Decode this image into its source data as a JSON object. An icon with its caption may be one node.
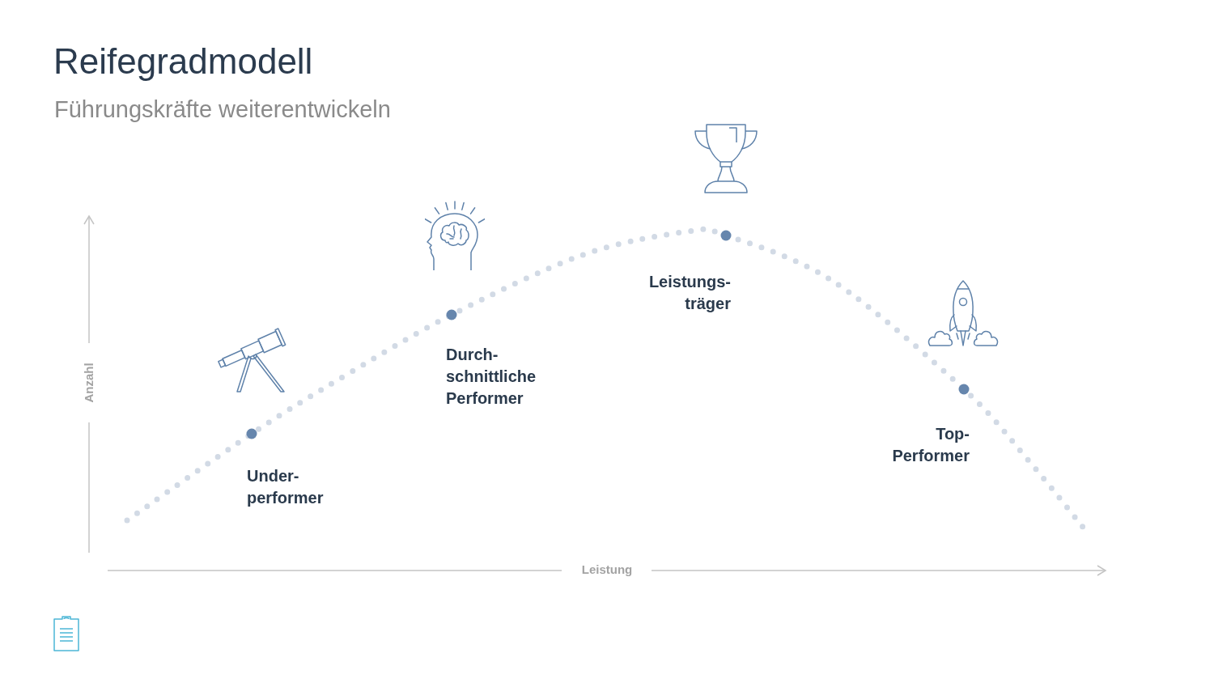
{
  "diagram": {
    "title": "Reifegradmodell",
    "labels": [
      "Führungskräfte weiterentwickeln",
      "Under- performer",
      "Durch- schnittliche Performer",
      "Leistungs- träger",
      "Top- Performer",
      "Anzahl",
      "Leistung"
    ]
  }
}
